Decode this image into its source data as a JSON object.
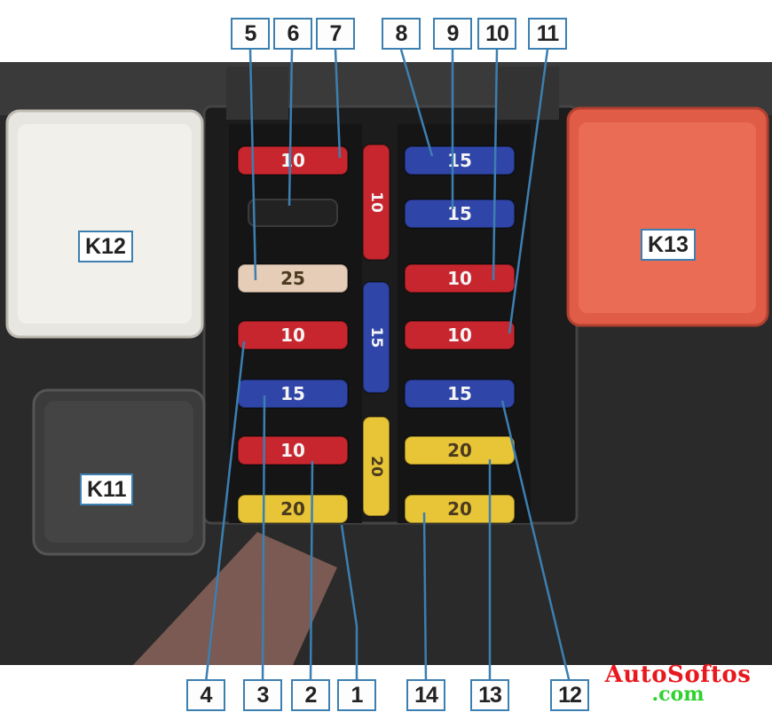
{
  "title": "Fuse and relay box",
  "callouts_top": [
    "5",
    "6",
    "7",
    "8",
    "9",
    "10",
    "11"
  ],
  "callouts_bottom": [
    "4",
    "3",
    "2",
    "1",
    "14",
    "13",
    "12"
  ],
  "relays": {
    "k11": "K11",
    "k12": "K12",
    "k13": "K13"
  },
  "left_fuses": [
    "10",
    "",
    "25",
    "10",
    "15",
    "10",
    "20"
  ],
  "center_fuses": [
    "10",
    "15",
    "20"
  ],
  "right_fuses": [
    "15",
    "15",
    "10",
    "10",
    "15",
    "20",
    "20"
  ],
  "colors": {
    "red": "#c8262e",
    "blue": "#2f45a8",
    "beige": "#e6cdb8",
    "yellow": "#e8c536",
    "callout_border": "#3c7fb1"
  },
  "watermark": {
    "line1": "AutoSoftos",
    "line2": ".com"
  }
}
